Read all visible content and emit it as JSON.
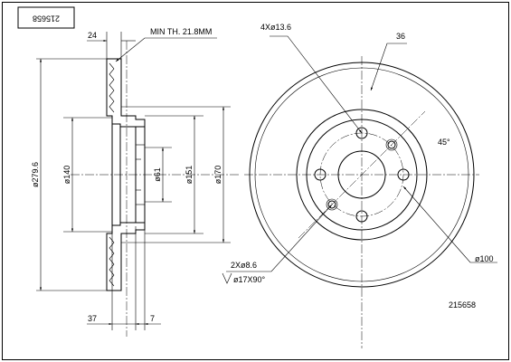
{
  "part_number_rotated": "215658",
  "part_number": "215658",
  "side_view": {
    "width_total": "24",
    "min_thickness": "MIN TH. 21.8MM",
    "diameter_outer": "ø279.6",
    "diameter_140": "ø140",
    "diameter_61": "ø61",
    "diameter_151": "ø151",
    "diameter_170": "ø170",
    "offset_37": "37",
    "offset_7": "7"
  },
  "front_view": {
    "bolt_holes": "4Xø13.6",
    "dim_36": "36",
    "angle": "45°",
    "pcd": "ø100",
    "aux_holes": "2Xø8.6",
    "countersink": "ø17X90°"
  }
}
